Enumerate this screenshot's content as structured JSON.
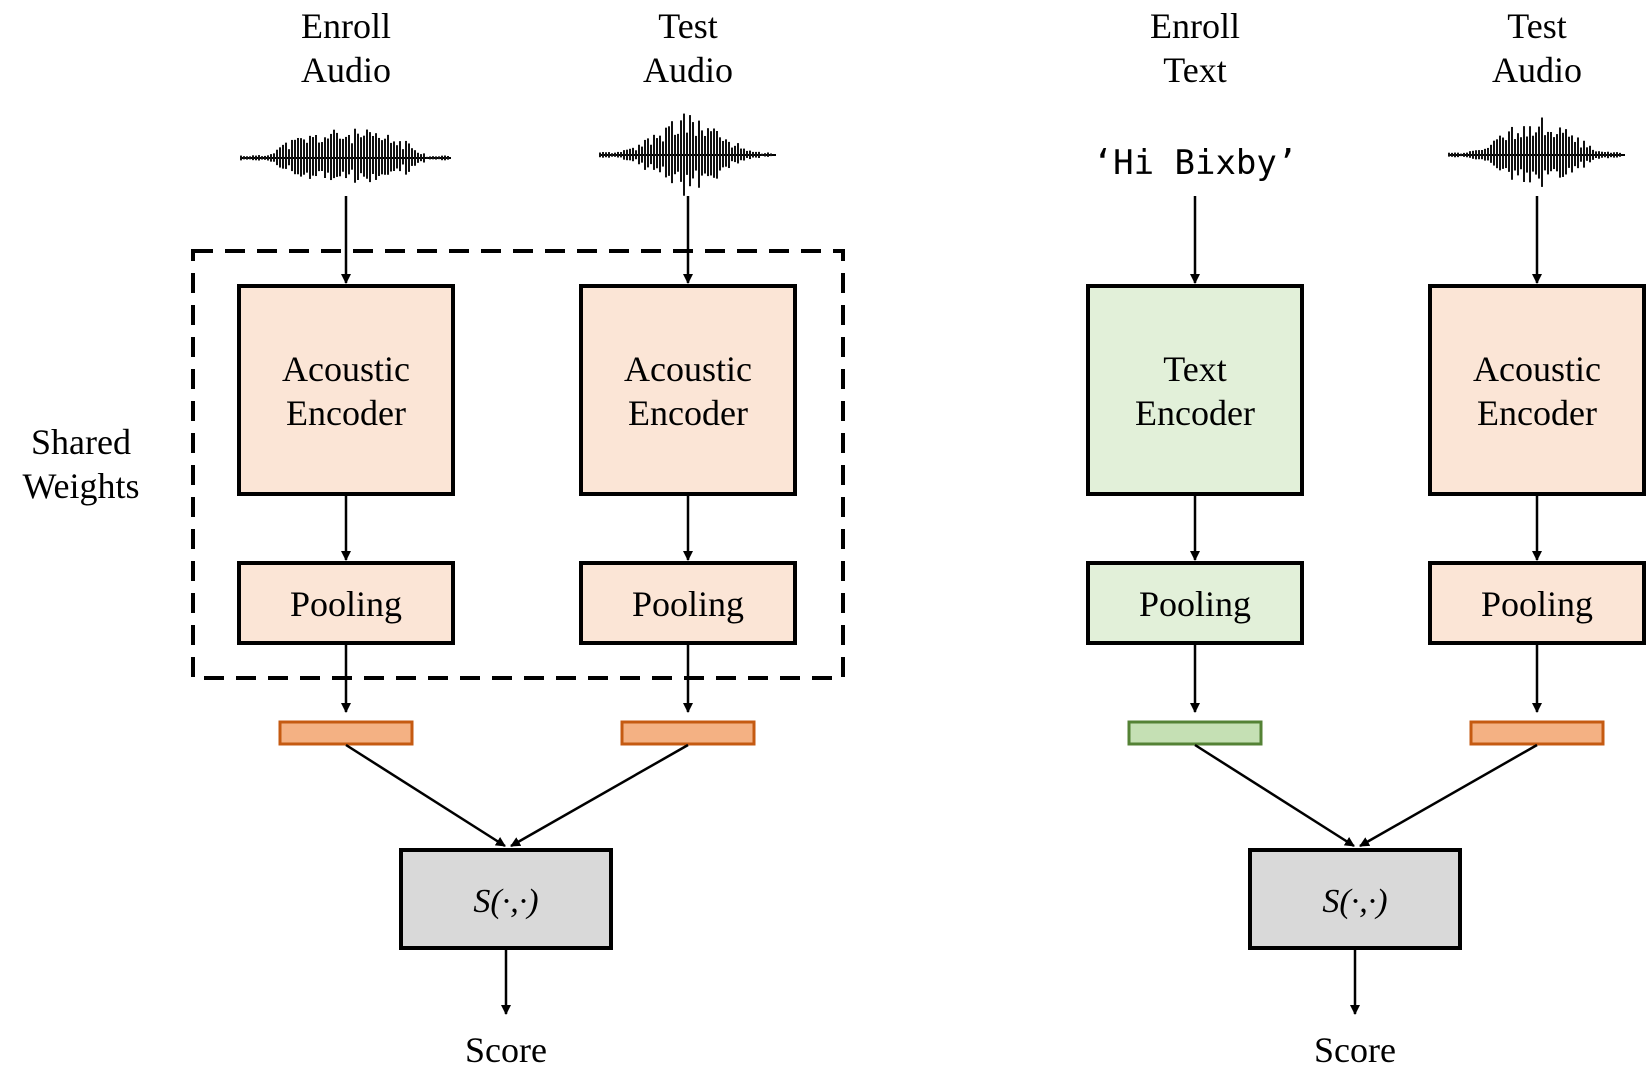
{
  "colors": {
    "acoustic_fill": "#fbe5d6",
    "text_fill": "#e2f0d9",
    "score_fill": "#d9d9d9",
    "acoustic_emb_fill": "#f4b183",
    "acoustic_emb_stroke": "#c55a11",
    "text_emb_fill": "#c5e0b4",
    "text_emb_stroke": "#548235"
  },
  "left": {
    "enroll_label_1": "Enroll",
    "enroll_label_2": "Audio",
    "test_label_1": "Test",
    "test_label_2": "Audio",
    "shared_label_1": "Shared",
    "shared_label_2": "Weights",
    "enc1_line1": "Acoustic",
    "enc1_line2": "Encoder",
    "enc2_line1": "Acoustic",
    "enc2_line2": "Encoder",
    "pool1": "Pooling",
    "pool2": "Pooling",
    "score_fn": "S(·,·)",
    "score": "Score"
  },
  "right": {
    "enroll_label_1": "Enroll",
    "enroll_label_2": "Text",
    "enroll_text": "‘Hi Bixby’",
    "test_label_1": "Test",
    "test_label_2": "Audio",
    "enc1_line1": "Text",
    "enc1_line2": "Encoder",
    "enc2_line1": "Acoustic",
    "enc2_line2": "Encoder",
    "pool1": "Pooling",
    "pool2": "Pooling",
    "score_fn": "S(·,·)",
    "score": "Score"
  }
}
